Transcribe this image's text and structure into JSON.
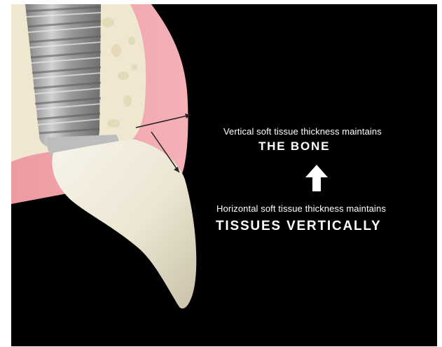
{
  "colors": {
    "background": "#000000",
    "gum": "#f0a3aa",
    "bone": "#efe7cf",
    "implant": "#a9a9a9",
    "crown": "#f0ecdc",
    "text": "#ffffff"
  },
  "icons": {
    "arrow": "arrow-up-icon"
  },
  "captions": {
    "vertical_small": "Vertical soft tissue thickness maintains",
    "vertical_big": "THE BONE",
    "horizontal_small": "Horizontal soft tissue thickness maintains",
    "horizontal_big": "TISSUES VERTICALLY"
  }
}
